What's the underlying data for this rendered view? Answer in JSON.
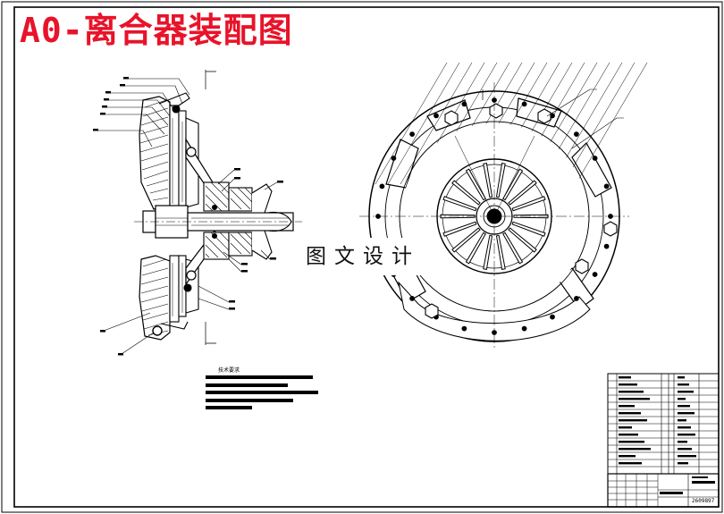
{
  "drawing": {
    "title": "A0-离合器装配图",
    "watermark": "图文设计",
    "tech_requirements_title": "技术要求",
    "drawing_number": "2609897",
    "title_color": "#e8132a",
    "line_color": "#000000"
  }
}
